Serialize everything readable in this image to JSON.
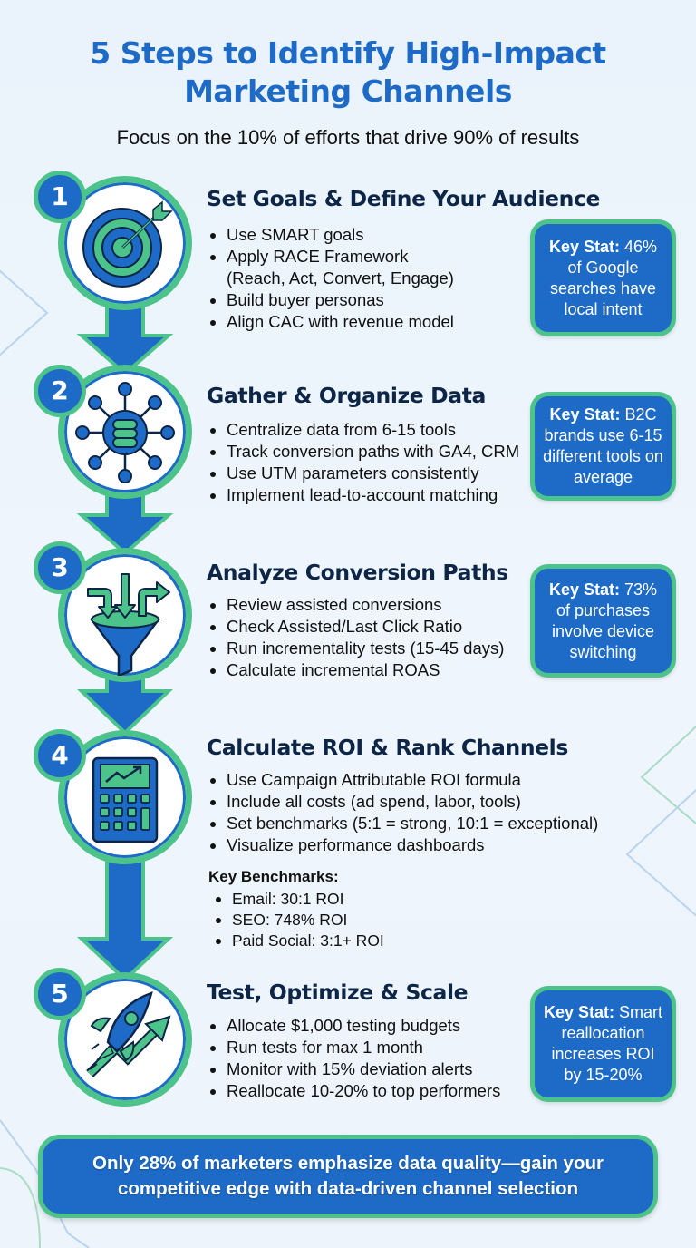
{
  "header": {
    "title_line1": "5 Steps to Identify High-Impact",
    "title_line2": "Marketing Channels",
    "subtitle": "Focus on the 10% of efforts that drive 90% of results"
  },
  "colors": {
    "primary_blue": "#1e6bc7",
    "accent_green": "#4cc38a",
    "dark_navy": "#0d2546",
    "background": "#eaf3fb"
  },
  "steps": [
    {
      "number": "1",
      "icon": "target-icon",
      "title": "Set Goals & Define Your Audience",
      "bullets": [
        "Use SMART goals",
        "Apply RACE Framework",
        "Build buyer personas",
        "Align CAC with revenue model"
      ],
      "bullet_continuation": "(Reach, Act, Convert, Engage)",
      "stat_label": "Key Stat:",
      "stat_text": "46% of Google searches have local intent"
    },
    {
      "number": "2",
      "icon": "database-network-icon",
      "title": "Gather & Organize Data",
      "bullets": [
        "Centralize data from 6-15 tools",
        "Track conversion paths with GA4, CRM",
        "Use UTM parameters consistently",
        "Implement lead-to-account matching"
      ],
      "stat_label": "Key Stat:",
      "stat_text": "B2C brands use 6-15 different tools on average"
    },
    {
      "number": "3",
      "icon": "funnel-icon",
      "title": "Analyze Conversion Paths",
      "bullets": [
        "Review assisted conversions",
        "Check Assisted/Last Click Ratio",
        "Run incrementality tests (15-45 days)",
        "Calculate incremental ROAS"
      ],
      "stat_label": "Key Stat:",
      "stat_text": "73% of purchases involve device switching"
    },
    {
      "number": "4",
      "icon": "calculator-chart-icon",
      "title": "Calculate ROI & Rank Channels",
      "bullets": [
        "Use Campaign Attributable ROI formula",
        "Include all costs (ad spend, labor, tools)",
        "Set benchmarks (5:1 = strong, 10:1 = exceptional)",
        "Visualize performance dashboards"
      ],
      "benchmarks_title": "Key Benchmarks:",
      "benchmarks": [
        "Email: 30:1 ROI",
        "SEO: 748% ROI",
        "Paid Social: 3:1+ ROI"
      ]
    },
    {
      "number": "5",
      "icon": "rocket-growth-icon",
      "title": "Test, Optimize & Scale",
      "bullets": [
        "Allocate $1,000 testing budgets",
        "Run tests for max 1 month",
        "Monitor with 15% deviation alerts",
        "Reallocate 10-20% to top performers"
      ],
      "stat_label": "Key Stat:",
      "stat_text": "Smart reallocation increases ROI by 15-20%"
    }
  ],
  "footer": {
    "text": "Only 28% of marketers emphasize data quality—gain your competitive edge with data-driven channel selection"
  }
}
